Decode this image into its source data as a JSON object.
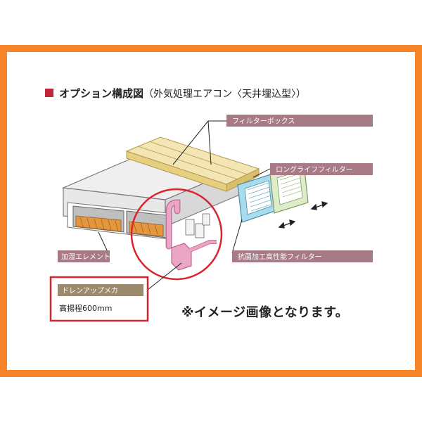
{
  "title": {
    "bold": "オプション構成図",
    "rest": "（外気処理エアコン〈天井埋込型〉）"
  },
  "labels": {
    "filter_box": "フィルターボックス",
    "long_life_filter": "ロングライフフィルター",
    "humidifier_element": "加湿エレメント",
    "antibacterial_filter": "抗菌加工高性能フィルター",
    "drain_up_maker": "ドレンアップメカ",
    "drain_height": "高揚程600mm"
  },
  "note": "※イメージ画像となります。",
  "colors": {
    "frame": "#f7862b",
    "label_bg": "#a77a86",
    "drain_label_bg": "#9b8a6e",
    "highlight_red": "#d9232d",
    "pink_pipe": "#e9a2c0",
    "filter_box": "#f0dfa2",
    "blue_filter": "#9fd7ea",
    "green_filter": "#dbe9c2"
  }
}
